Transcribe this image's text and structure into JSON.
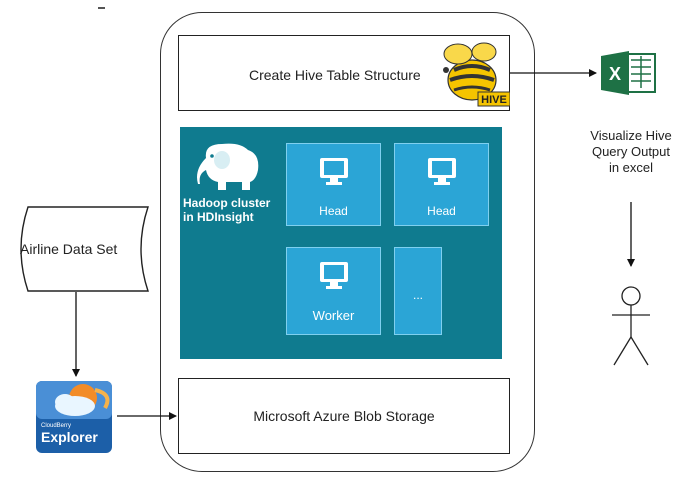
{
  "diagram": {
    "hive_box_label": "Create Hive Table Structure",
    "hive_logo_text": "HIVE",
    "cluster_label_line1": "Hadoop cluster",
    "cluster_label_line2": "in HDInsight",
    "nodes": [
      {
        "label": "Head"
      },
      {
        "label": "Head"
      },
      {
        "label": "Worker"
      },
      {
        "label": "..."
      }
    ],
    "blob_box_label": "Microsoft Azure Blob Storage",
    "dataset_label": "Airline Data Set",
    "cloudberry_small": "CloudBerry",
    "cloudberry_big": "Explorer",
    "excel_letter": "X",
    "visualize_line1": "Visualize Hive",
    "visualize_line2": "Query Output",
    "visualize_line3": "in excel",
    "colors": {
      "cluster_bg": "#0f7b8f",
      "node_bg": "#2ba5d6",
      "excel_green": "#1e7145",
      "hive_yellow": "#f5c400"
    }
  }
}
